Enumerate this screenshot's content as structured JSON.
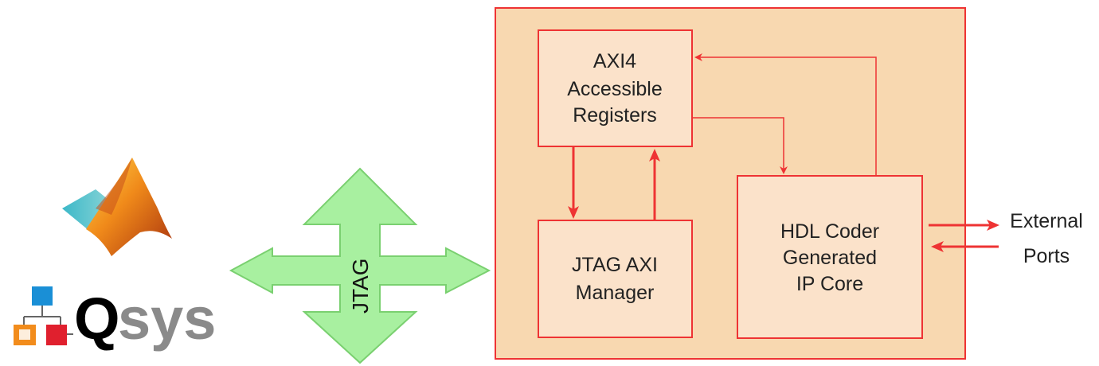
{
  "logos": {
    "matlab": {
      "name": "matlab-membrane-logo"
    },
    "qsys": {
      "text_q": "Q",
      "text_rest": "sys",
      "q_color": "#000000",
      "rest_color": "#8a8a8a",
      "icon_colors": {
        "top": "#1a8fd6",
        "left": "#f28c1c",
        "right": "#e0202e"
      }
    }
  },
  "jtag": {
    "label": "JTAG",
    "fill": "#a8f0a0",
    "stroke": "#7ad070"
  },
  "container": {
    "fill": "#f8d8b0",
    "stroke": "#ee3333"
  },
  "blocks": {
    "axi_registers": {
      "lines": [
        "AXI4",
        "Accessible",
        "Registers"
      ]
    },
    "jtag_axi_manager": {
      "lines": [
        "JTAG AXI",
        "Manager"
      ]
    },
    "hdl_ip_core": {
      "lines": [
        "HDL Coder",
        "Generated",
        "IP Core"
      ]
    }
  },
  "external_ports": {
    "lines": [
      "External",
      "Ports"
    ]
  },
  "colors": {
    "block_fill": "#fbe2ca",
    "block_stroke": "#ee3333",
    "arrow": "#ee3333"
  }
}
